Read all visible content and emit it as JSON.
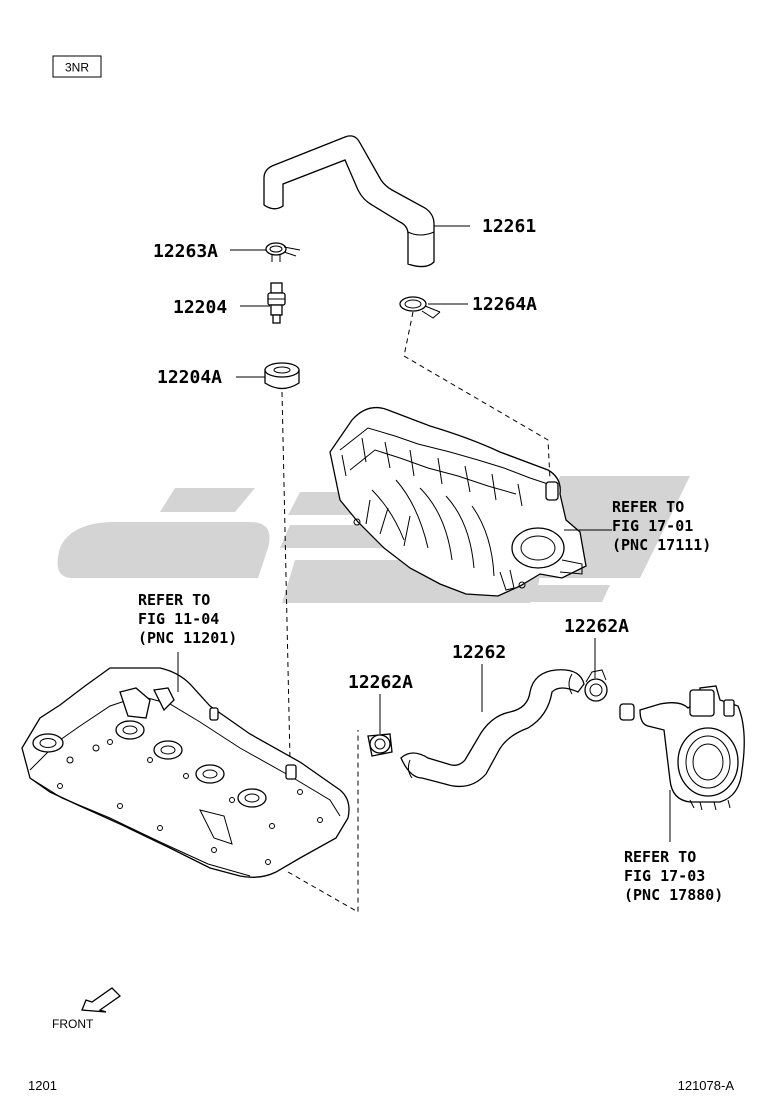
{
  "engine_code": "3NR",
  "front_label": "FRONT",
  "page_number": "1201",
  "figure_id": "121078-A",
  "parts": {
    "hose_upper": "12261",
    "hose_clamp_upper": "12263A",
    "pcv_valve": "12204",
    "pcv_grommet": "12204A",
    "hose_clamp_manifold": "12264A",
    "hose_lower": "12262",
    "hose_clamp_lower_left": "12262A",
    "hose_clamp_lower_right": "12262A"
  },
  "references": {
    "intake_manifold": {
      "line1": "REFER TO",
      "line2": "FIG 17-01",
      "line3": "(PNC 17111)"
    },
    "cylinder_head_cover": {
      "line1": "REFER TO",
      "line2": "FIG 11-04",
      "line3": "(PNC 11201)"
    },
    "throttle_body": {
      "line1": "REFER TO",
      "line2": "FIG 17-03",
      "line3": "(PNC 17880)"
    }
  },
  "colors": {
    "watermark": "#d4d4d4",
    "ink": "#000000"
  }
}
